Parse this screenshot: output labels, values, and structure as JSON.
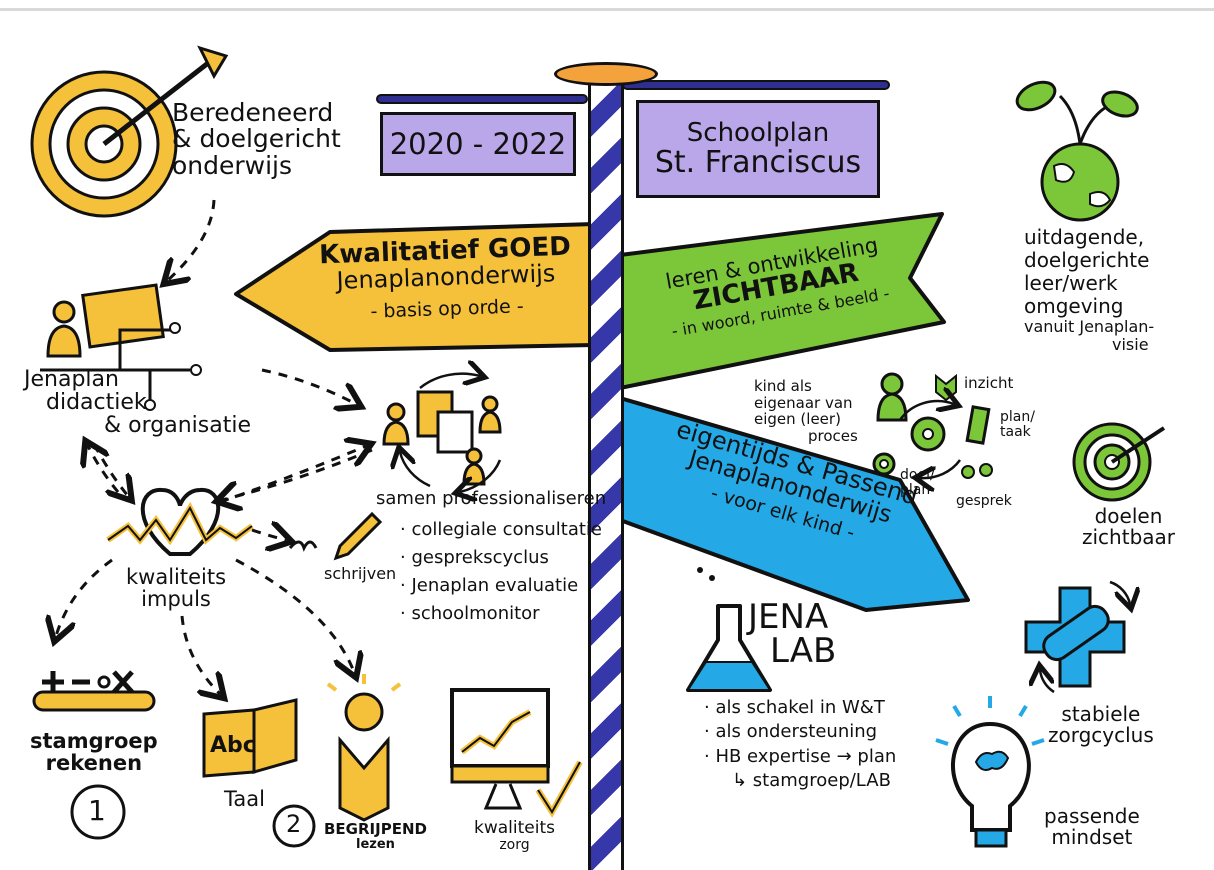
{
  "signpost": {
    "year_board": "2020 - 2022",
    "title_board_line1": "Schoolplan",
    "title_board_line2": "St. Franciscus",
    "sign_left": {
      "line1": "Kwalitatief GOED",
      "line2": "Jenaplanonderwijs",
      "line3": "- basis op orde -"
    },
    "sign_right_top": {
      "line1": "leren & ontwikkeling",
      "line2": "ZICHTBAAR",
      "line3": "- in woord, ruimte & beeld -"
    },
    "sign_right_bottom": {
      "line1": "eigentijds & Passend",
      "line2": "Jenaplanonderwijs",
      "line3": "- voor elk kind -"
    }
  },
  "left_column": {
    "target_line1": "Beredeneerd",
    "target_line2": "& doelgericht",
    "target_line3": "onderwijs",
    "didactiek_line1": "Jenaplan",
    "didactiek_line2": "didactiek",
    "didactiek_line3": "& organisatie",
    "impuls_line1": "kwaliteits",
    "impuls_line2": "impuls",
    "schrijven": "schrijven",
    "stamgroep_line1": "stamgroep",
    "stamgroep_line2": "rekenen",
    "num1": "1",
    "abc": "Abc",
    "taal": "Taal",
    "num2": "2",
    "begrijpend_line1": "BEGRIJPEND",
    "begrijpend_line2": "lezen",
    "kwaliteitszorg_line1": "kwaliteits",
    "kwaliteitszorg_line2": "zorg"
  },
  "center_column": {
    "samen": "samen professionaliseren",
    "items": [
      "· collegiale consultatie",
      "· gesprekscyclus",
      "· Jenaplan evaluatie",
      "· schoolmonitor"
    ]
  },
  "right_column": {
    "omgeving_lines": [
      "uitdagende,",
      "doelgerichte",
      "leer/werk",
      "omgeving",
      "vanuit Jenaplan-",
      "visie"
    ],
    "eigenaar_lines": [
      "kind als",
      "eigenaar van",
      "eigen (leer)",
      "proces"
    ],
    "inzicht": "inzicht",
    "plan_taak_line1": "plan/",
    "plan_taak_line2": "taak",
    "doel_plan_line1": "doel/",
    "doel_plan_line2": "plan",
    "gesprek": "gesprek",
    "doelen_line1": "doelen",
    "doelen_line2": "zichtbaar",
    "jena_line1": "JENA",
    "jena_line2": "LAB",
    "lab_items": [
      "· als schakel in W&T",
      "· als ondersteuning",
      "· HB expertise → plan",
      "↳ stamgroep/LAB"
    ],
    "zorg_line1": "stabiele",
    "zorg_line2": "zorgcyclus",
    "mindset_line1": "passende",
    "mindset_line2": "mindset"
  },
  "colors": {
    "yellow": "#f6c13a",
    "green": "#7cc63a",
    "blue": "#24a8e6",
    "purple": "#b9a7ea",
    "navy": "#3637a8",
    "orange": "#f4a23b"
  }
}
